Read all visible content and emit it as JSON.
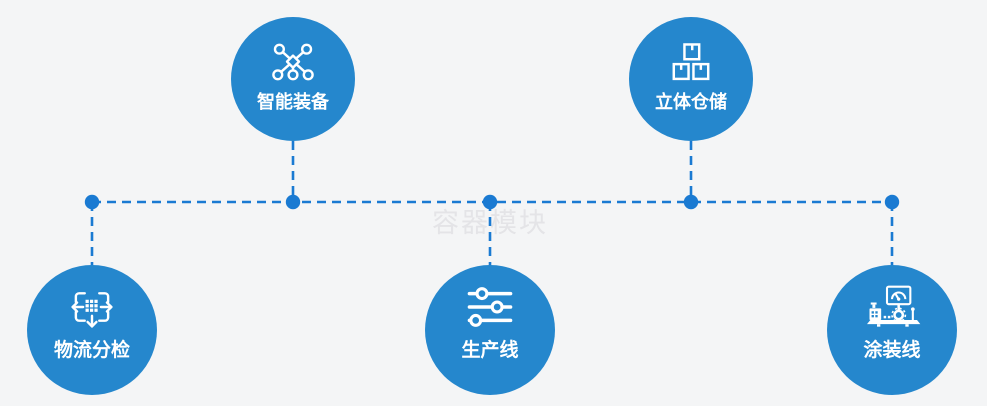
{
  "diagram": {
    "watermark": {
      "text": "容器模块"
    },
    "colors": {
      "node_blue": "#2587cd",
      "connector_blue": "#1a7ad2",
      "background": "#f4f5f6",
      "watermark_gray": "#e4e4e7",
      "icon_white": "#ffffff"
    },
    "nodes": [
      {
        "id": "smart-equipment",
        "label": "智能装备",
        "icon": "network-nodes-icon",
        "row": "top"
      },
      {
        "id": "stereo-warehouse",
        "label": "立体仓储",
        "icon": "stacked-boxes-icon",
        "row": "top"
      },
      {
        "id": "logistics-sorting",
        "label": "物流分检",
        "icon": "sort-arrows-icon",
        "row": "bottom"
      },
      {
        "id": "production-line",
        "label": "生产线",
        "icon": "sliders-icon",
        "row": "bottom"
      },
      {
        "id": "coating-line",
        "label": "涂装线",
        "icon": "machine-gauge-icon",
        "row": "bottom"
      }
    ]
  }
}
